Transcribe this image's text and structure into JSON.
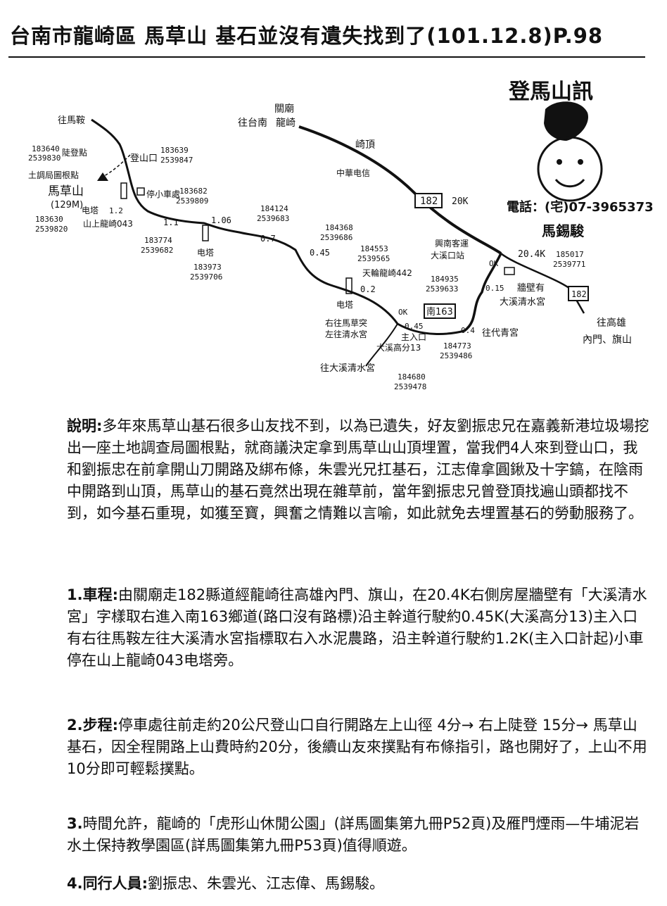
{
  "title": "台南市龍崎區 馬草山 基石並沒有遺失找到了(101.12.8)P.98",
  "badge": {
    "logo": "登馬山訊",
    "phone_label": "電話：(宅)07-3965373",
    "author": "馬錫駿"
  },
  "map": {
    "labels": {
      "to_majing": "往馬鞍",
      "trailhead": "登山口",
      "trailhead_coord1": "183639",
      "trailhead_coord2": "2539847",
      "steep_slope": "陡登點",
      "survey_base": "土調局圖根點",
      "peak_name": "馬草山",
      "peak_height": "(129M)",
      "peak_coord1": "183630",
      "peak_coord2": "2539820",
      "peak_near_coord1": "183640",
      "peak_near_coord2": "2539830",
      "tower_label": "电塔",
      "tower_dist": "1.2",
      "tower_code": "山上龍崎043",
      "parking": "停小車處",
      "parking_coord1": "183682",
      "parking_coord2": "2539809",
      "dist_1_1": "1.1",
      "coord_183774": "183774",
      "coord_2539682": "2539682",
      "dist_1_06": "1.06",
      "tower2": "电塔",
      "coord_183973": "183973",
      "coord_2539706": "2539706",
      "coord_184124": "184124",
      "coord_2539683": "2539683",
      "dist_0_7": "0.7",
      "coord_184368": "184368",
      "coord_2539686": "2539686",
      "dist_0_45a": "0.45",
      "coord_184553": "184553",
      "coord_2539565": "2539565",
      "tower3_code": "天輪龍崎442",
      "dist_0_2": "0.2",
      "tower3": "电塔",
      "guanmiao": "關廟",
      "to_tainan": "往台南",
      "to_longqi": "龍崎",
      "qiding": "崎頂",
      "chunghwa": "中華电信",
      "road_182": "182",
      "dist_20k": "20K",
      "bus_stop_1": "興南客運",
      "bus_stop_2": "大溪口站",
      "dist_20_4k": "20.4K",
      "ok1": "OK",
      "coord_185017": "185017",
      "coord_2539771": "2539771",
      "coord_184935": "184935",
      "coord_2539633": "2539633",
      "dist_0_15": "0.15",
      "wall1": "牆壁有",
      "wall2": "大溪清水宮",
      "road_182b": "182",
      "to_kaohsiung": "往高雄",
      "to_neimen": "內門、旗山",
      "ok2": "OK",
      "road_nan163": "南163",
      "right_majing1": "右往馬草突",
      "right_majing2": "左往清水宮",
      "dist_0_45b": "0.45",
      "main_entry": "主入口",
      "daxi_gaofen": "大溪高分13",
      "dist_0_4": "0.4",
      "to_daitian": "往代青宮",
      "coord_184773": "184773",
      "coord_2539486": "2539486",
      "to_daxi_qingshui": "往大溪清水宮",
      "coord_184680": "184680",
      "coord_2539478": "2539478"
    }
  },
  "notes": [
    {
      "head": "說明:",
      "text": "多年來馬草山基石很多山友找不到，以為已遺失，好友劉振忠兄在嘉義新港垃圾場挖出一座土地調查局圖根點，就商議決定拿到馬草山山頂埋置，當我們4人來到登山口，我和劉振忠在前拿開山刀開路及綁布條，朱雲光兄扛基石，江志偉拿圓鍬及十字鎬，在陰雨中開路到山頂，馬草山的基石竟然出現在雜草前，當年劉振忠兄曾登頂找遍山頭都找不到，如今基石重現，如獲至寶，興奮之情難以言喻，如此就免去埋置基石的勞動服務了。"
    },
    {
      "head": "1.車程:",
      "text": "由關廟走182縣道經龍崎往高雄內門、旗山，在20.4K右側房屋牆壁有「大溪清水宮」字樣取右進入南163鄉道(路口沒有路標)沿主幹道行駛約0.45K(大溪高分13)主入口有右往馬鞍左往大溪清水宮指標取右入水泥農路，沿主幹道行駛約1.2K(主入口計起)小車停在山上龍崎043电塔旁。"
    },
    {
      "head": "2.步程:",
      "text": "停車處往前走約20公尺登山口自行開路左上山徑 4分→ 右上陡登 15分→ 馬草山基石，因全程開路上山費時約20分，後續山友來撲點有布條指引，路也開好了，上山不用10分即可輕鬆撲點。"
    },
    {
      "head": "3.",
      "text": "時間允許，龍崎的「虎形山休閒公園」(詳馬圖集第九冊P52頁)及雁門煙雨—牛埔泥岩水土保持教學園區(詳馬圖集第九冊P53頁)值得順遊。"
    },
    {
      "head": "4.同行人員:",
      "text": "劉振忠、朱雲光、江志偉、馬錫駿。"
    }
  ]
}
